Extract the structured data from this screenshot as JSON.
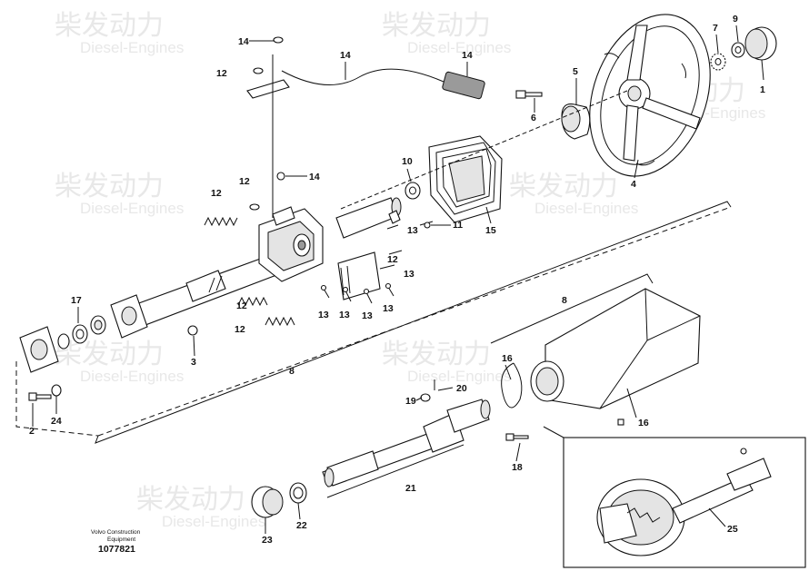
{
  "watermark": {
    "brand_cn": "柴发动力",
    "brand_en": "Diesel-Engines"
  },
  "caption": {
    "company": "Volvo Construction",
    "category": "Equipment",
    "drawing_number": "1077821"
  },
  "callouts": {
    "c1": "1",
    "c2": "2",
    "c3": "3",
    "c4": "4",
    "c5": "5",
    "c6": "6",
    "c7": "7",
    "c8a": "8",
    "c8b": "8",
    "c9": "9",
    "c10": "10",
    "c11": "11",
    "c12a": "12",
    "c12b": "12",
    "c12c": "12",
    "c12d": "12",
    "c12e": "12",
    "c12f": "12",
    "c13a": "13",
    "c13b": "13",
    "c13c": "13",
    "c13d": "13",
    "c13e": "13",
    "c13f": "13",
    "c14a": "14",
    "c14b": "14",
    "c14c": "14",
    "c14d": "14",
    "c15": "15",
    "c16a": "16",
    "c16b": "16",
    "c17": "17",
    "c18": "18",
    "c19": "19",
    "c20": "20",
    "c21": "21",
    "c22": "22",
    "c23": "23",
    "c24": "24",
    "c25": "25"
  }
}
